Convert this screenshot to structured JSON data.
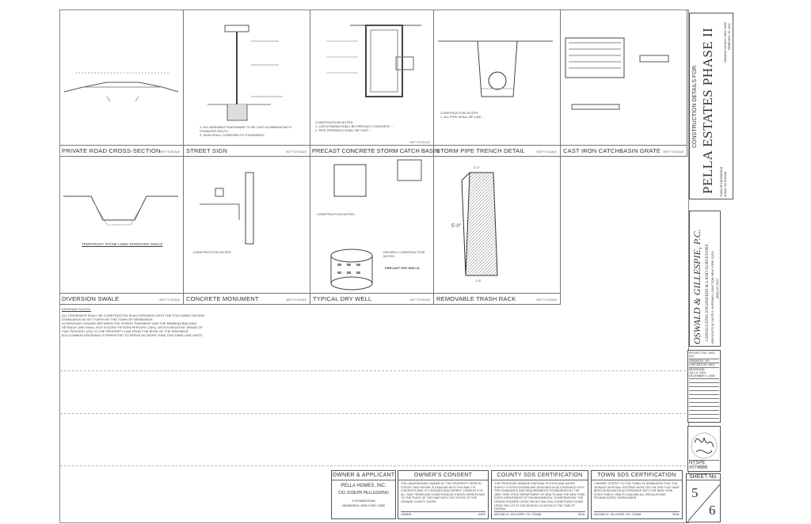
{
  "panels": [
    {
      "title": "PRIVATE ROAD CROSS-SECTION",
      "scale": "NOT TO SCALE"
    },
    {
      "title": "STREET SIGN",
      "scale": "NOT TO SCALE"
    },
    {
      "title": "PRECAST CONCRETE STORM CATCH BASIN",
      "scale": "NOT TO SCALE"
    },
    {
      "title": "STORM PIPE TRENCH DETAIL",
      "scale": "NOT TO SCALE"
    },
    {
      "title": "CAST IRON CATCHBASIN GRATE",
      "scale": "NOT TO SCALE"
    },
    {
      "title": "DIVERSION SWALE",
      "scale": "NOT TO SCALE"
    },
    {
      "title": "CONCRETE MONUMENT",
      "scale": "NOT TO SCALE"
    },
    {
      "title": "TYPICAL DRY WELL",
      "scale": "NOT TO SCALE"
    },
    {
      "title": "REMOVABLE TRASH RACK",
      "scale": "NOT TO SCALE"
    }
  ],
  "subcaptions": {
    "swale": "TEMPORARY STONE LINED DIVERSION SWALE",
    "construction_notes": "CONSTRUCTION NOTES:",
    "drywell_notes": "DRYWELL CONSTRUCTION NOTES:",
    "precast_dry_wells": "PRECAST DRY WELLS",
    "rack_dim_top": "2'-0\"",
    "rack_dim_side": "5'-0\"",
    "rack_dim_bottom": "1'-5\""
  },
  "driveway_notes": {
    "heading": "DRIVEWAY NOTES:",
    "lines": [
      "ALL DRIVEWAYS SHALL BE CONSTRUCTED IN ACCORDANCE WITH THE FOLLOWING DESIGN",
      "STANDARDS AS SET FORTH BY THE TOWN OF NEWBURGH:",
      "A) DRIVEWAY GRADES BETWEEN THE STREET PAVEMENT AND THE MINIMUM BUILDING",
      "SETBACK LINE SHALL NOT EXCEED FIFTEEN PERCENT (15%), WITH A NEGATIVE GRADE OF",
      "TWO PERCENT (2%) TO THE PROPERTY LINE FROM THE EDGE OF THE PAVEMENT.",
      "B) A COMMON DRIVEWAY IS PERMITTED TO SERVE NO MORE THAN TWO DWELLING UNITS."
    ]
  },
  "title_block": {
    "construction_details_for": "CONSTRUCTION DETAILS FOR:",
    "project": "PELLA ESTATES PHASE II",
    "town": "TOWN OF NEWBURGH",
    "scale": "SCALE: AS SHOWN",
    "county": "ORANGE COUNTY, NEW YORK",
    "date": "FEBRUARY 26, 2004"
  },
  "firm": {
    "name": "OSWALD & GILLESPIE, P.C.",
    "subtitle": "CONSULTING ENGINEERS & LAND SURVEYORS",
    "address": "1359 ROUTE 82 SUITE 6, HOPEWELL JUNCTION, NEW YORK 12533",
    "phone": "(845)-227-6327"
  },
  "project_info": {
    "lines": [
      "PROJECT NO. 2003-404",
      "DRAWN BY: BG",
      "CHECKED BY: MEG",
      "REVISIONS:",
      "JULY 6, 2004",
      "DECEMBER 5, 2005"
    ]
  },
  "seal": {
    "license": "NYSPE #074666"
  },
  "sheet": {
    "label": "SHEET No.",
    "number": "5",
    "total": "6"
  },
  "bottom_blocks": {
    "owner": {
      "heading": "OWNER & APPLICANT",
      "company": "PELLA HOMES, INC.",
      "contact": "C/O JOSEPH PELLEGRINO",
      "street": "4 YEOMAN ROAD",
      "city": "NEWBURGH, NEW YORK 12550"
    },
    "consent": {
      "heading": "OWNER'S CONSENT",
      "text": "THE UNDERSIGNED OWNER OF THIS PROPERTY HEREON STATES THAT HE/SHE IS FAMILIAR WITH THIS MAP, ITS CONTENTS AND ITS LEGENDS AND HEREBY CONSENTS TO ALL SAID TERMS AND CONDITIONS AS STATED HEREON AND TO THE FILING OF THIS MAP WITH THE OFFICE OF THE ORANGE COUNTY CLERK.",
      "sig_left": "OWNER",
      "sig_right": "DATE"
    },
    "county": {
      "heading": "COUNTY SDS CERTIFICATION",
      "text": "THE PROPOSED SEWAGE DISPOSAL SYSTEM AND WATER SUPPLY SYSTEM SHOWN ARE DESIGNED IN ACCORDANCE WITH THE STANDARDS AND REQUIREMENTS ESTABLISHED BY THE NEW YORK STATE DEPARTMENT OF HEALTH AND THE NEW YORK STATE DEPARTMENT OF ENVIRONMENTAL CONSERVATION. THE DESIGN IS BASED UPON THE ACTUAL SOIL CONDITIONS FOUND UPON THE LOT AT THE DESIGN LOCATION AT THE TIME OF DESIGN.",
      "sig_left": "MICHAEL E. GILLESPIE, P.E. 074666",
      "sig_right": "SEAL"
    },
    "town": {
      "heading": "TOWN SDS CERTIFICATION",
      "text": "I HEREBY CERTIFY TO THE TOWN OF NEWBURGH THAT THE SEWAGE DISPOSAL SYSTEMS DEPICTED ON THIS PLAT HAVE BEEN DESIGNED IN ACCORDANCE WITH THE NEW YORK STATE PUBLIC HEALTH LAW AND ALL REGULATIONS PROMULGATED THEREUNDER.",
      "sig_left": "MICHAEL E. GILLESPIE, P.E. 074666",
      "sig_right": "SEAL"
    }
  }
}
